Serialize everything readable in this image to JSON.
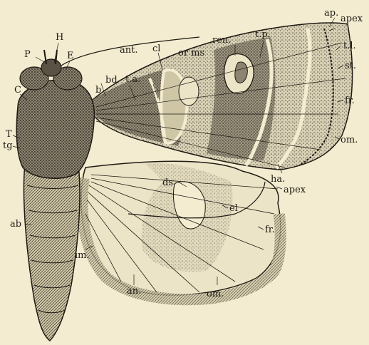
{
  "labels": {
    "ant": "ant.",
    "ap": "ap.",
    "apex_fore": "apex",
    "tl": "t.l.",
    "st": "st.",
    "fr_fore": "fr.",
    "om_fore": "om.",
    "ha": "ha.",
    "apex_hind": "apex",
    "el": "el",
    "fr_hind": "fr.",
    "om_hind": "om.",
    "an": "an.",
    "im": "im.",
    "ds": "ds.",
    "ren": "ren.",
    "tp": "t.p.",
    "orms": "or ms",
    "cl": "cl",
    "ta": "t.a.",
    "bd": "bd",
    "b": "b",
    "p": "P",
    "h": "H",
    "e": "E",
    "c": "C",
    "t": "T",
    "tg": "tg",
    "ab": "ab"
  },
  "colors": {
    "paper": "#f3ecd0",
    "ink": "#1e1a14",
    "shade": "#6e6656"
  }
}
